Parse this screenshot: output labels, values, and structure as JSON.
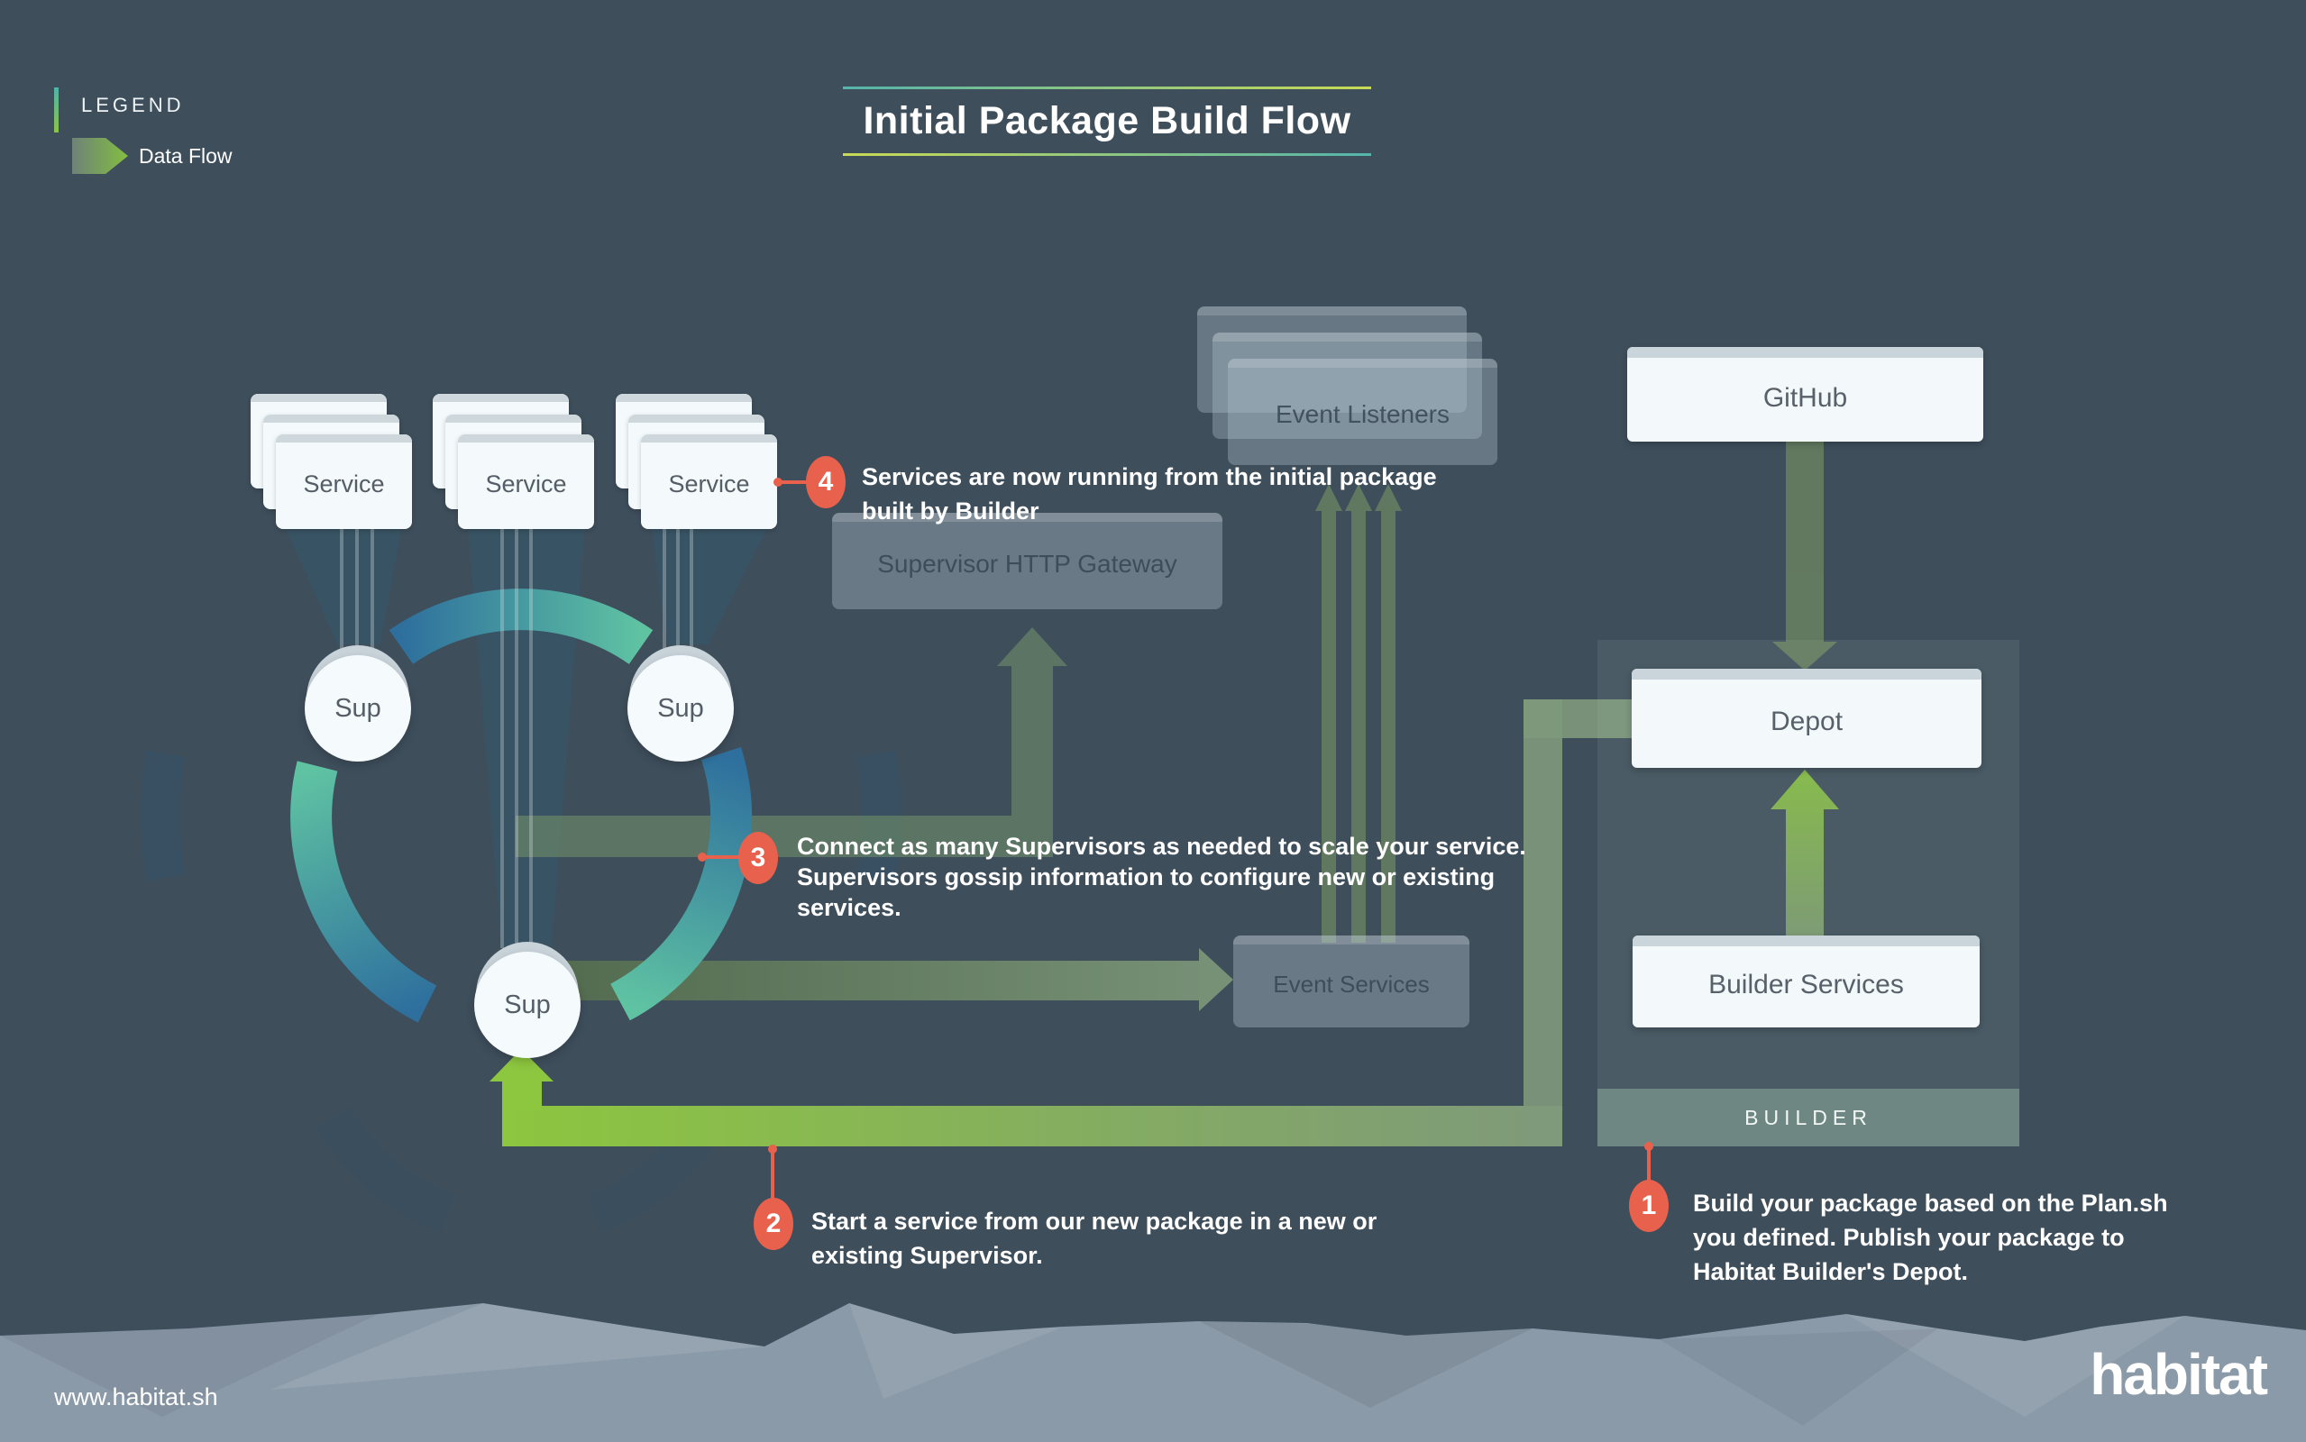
{
  "page": {
    "title": "Initial Package Build Flow",
    "site": "www.habitat.sh",
    "brand": "habitat"
  },
  "legend": {
    "heading": "LEGEND",
    "data_flow_label": "Data Flow",
    "data_flow_icon": "data-flow-arrow-icon"
  },
  "colors": {
    "background": "#3e4e5b",
    "accent_red": "#e8614c",
    "flow_green_bright": "#8dc63f",
    "flow_green_muted": "#7e997b",
    "arc_blue": "#2e6f9e",
    "arc_teal": "#5fc3a2",
    "card_white": "#f3f9fb"
  },
  "diagram": {
    "service_stacks": [
      {
        "label": "Service"
      },
      {
        "label": "Service"
      },
      {
        "label": "Service"
      }
    ],
    "supervisors": [
      {
        "label": "Sup"
      },
      {
        "label": "Sup"
      },
      {
        "label": "Sup"
      }
    ],
    "event_listeners": {
      "label": "Event Listeners"
    },
    "gateway": {
      "label": "Supervisor HTTP Gateway"
    },
    "event_services": {
      "label": "Event Services"
    },
    "github": {
      "label": "GitHub"
    },
    "depot": {
      "label": "Depot"
    },
    "builder_services": {
      "label": "Builder Services"
    },
    "builder_band": {
      "label": "BUILDER"
    },
    "annotations": [
      {
        "number": "1",
        "lines": [
          "Build your package based on the Plan.sh",
          "you defined. Publish your package to",
          "Habitat Builder's Depot."
        ]
      },
      {
        "number": "2",
        "lines": [
          "Start a service from our new package in a new or",
          "existing Supervisor."
        ]
      },
      {
        "number": "3",
        "lines": [
          "Connect as many Supervisors as needed to scale your service.",
          "Supervisors gossip information to configure new or existing",
          "services."
        ]
      },
      {
        "number": "4",
        "lines": [
          "Services are now running from the initial package",
          "built by Builder"
        ]
      }
    ]
  }
}
